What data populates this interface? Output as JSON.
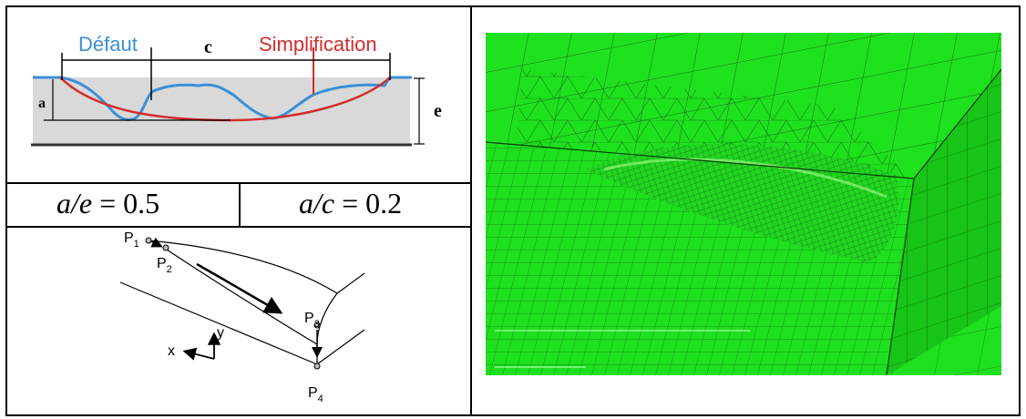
{
  "defect_sketch": {
    "label_defaut": "Défaut",
    "label_c": "c",
    "label_simplification": "Simplification",
    "label_a": "a",
    "label_e": "e",
    "colors": {
      "defaut": "#3a8fd6",
      "simplification": "#d42c2c",
      "material": "#d9d9d9"
    }
  },
  "ratios": {
    "ae": {
      "var1": "a",
      "var2": "e",
      "op": "=",
      "value": "0.5"
    },
    "ac": {
      "var1": "a",
      "var2": "c",
      "op": "=",
      "value": "0.2"
    }
  },
  "path_sketch": {
    "p1": "P",
    "p1_sub": "1",
    "p2": "P",
    "p2_sub": "2",
    "p3": "P",
    "p3_sub": "3",
    "p4": "P",
    "p4_sub": "4",
    "axis_x": "x",
    "axis_y": "y"
  },
  "mesh_view": {
    "mesh_color": "#1fe01f"
  }
}
